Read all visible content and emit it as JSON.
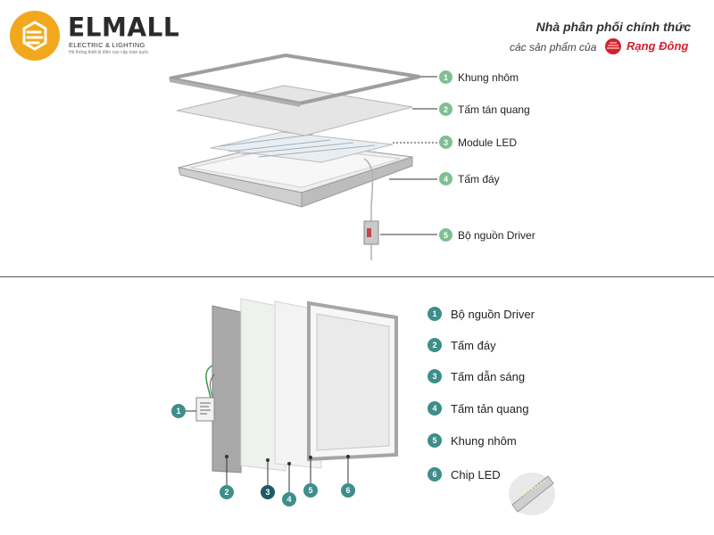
{
  "header": {
    "logo_word": "ELMALL",
    "logo_sub": "ELECTRIC & LIGHTING",
    "logo_tag": "Hệ thống thiết bị điện cao cấp toàn quốc",
    "distributor_line1": "Nhà phân phối chính thức",
    "distributor_line2": "các sản phẩm của",
    "brand": "Rạng Đông"
  },
  "top_labels": [
    {
      "num": "1",
      "text": "Khung nhôm"
    },
    {
      "num": "2",
      "text": "Tấm tán quang"
    },
    {
      "num": "3",
      "text": "Module LED"
    },
    {
      "num": "4",
      "text": "Tấm đáy"
    },
    {
      "num": "5",
      "text": "Bộ nguồn Driver"
    }
  ],
  "bottom_labels": [
    {
      "num": "1",
      "text": "Bộ nguồn Driver"
    },
    {
      "num": "2",
      "text": "Tấm đáy"
    },
    {
      "num": "3",
      "text": "Tấm dẫn sáng"
    },
    {
      "num": "4",
      "text": "Tấm tản quang"
    },
    {
      "num": "5",
      "text": "Khung nhôm"
    },
    {
      "num": "6",
      "text": "Chip LED"
    }
  ],
  "diagram_tags": [
    "1",
    "2",
    "3",
    "4",
    "5",
    "6"
  ],
  "colors": {
    "logo_orange": "#f2a81d",
    "top_badge": "#7fbf93",
    "bottom_badge": "#3e8e8a",
    "brand_red": "#d3202c"
  }
}
